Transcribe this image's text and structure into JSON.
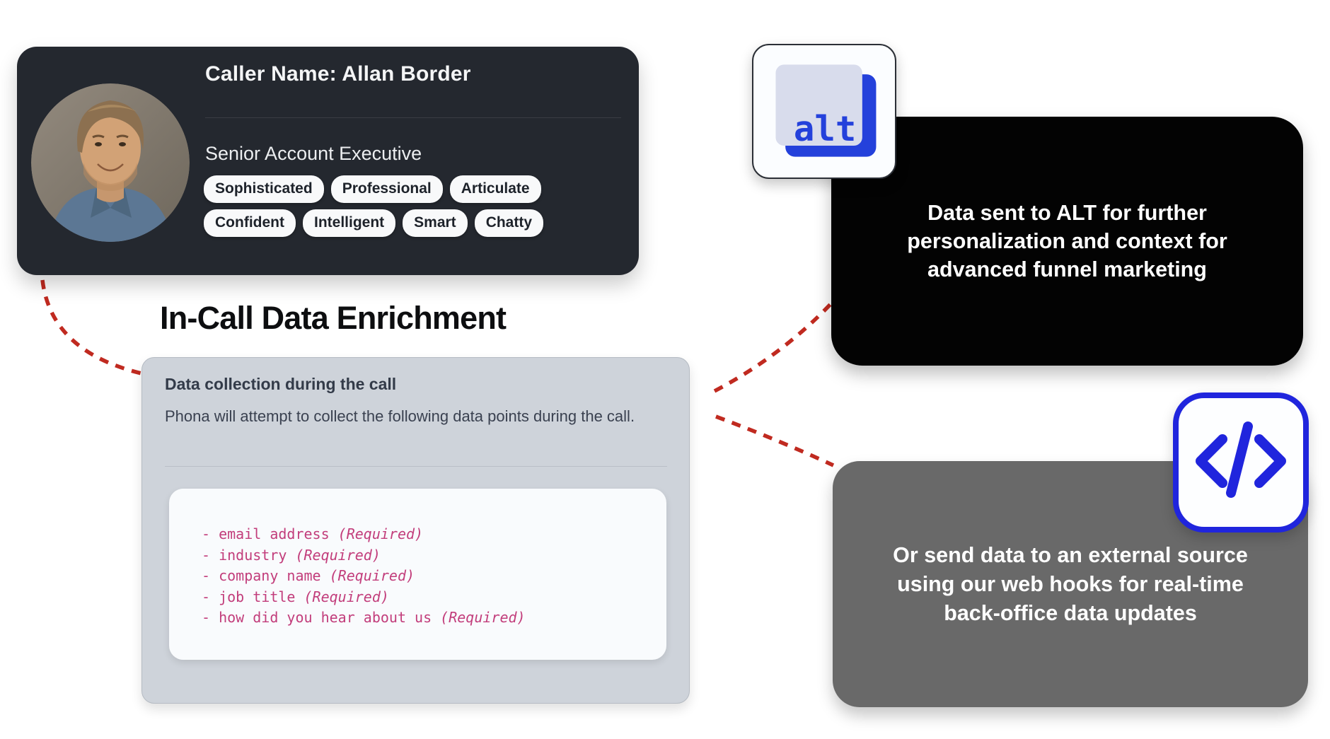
{
  "caller_card": {
    "name_label": "Caller Name: Allan Border",
    "role": "Senior Account Executive",
    "traits": [
      "Sophisticated",
      "Professional",
      "Articulate",
      "Confident",
      "Intelligent",
      "Smart",
      "Chatty"
    ],
    "avatar_alt": "smiling-man-portrait"
  },
  "heading": {
    "title": "In-Call Data Enrichment"
  },
  "collection_card": {
    "title": "Data collection during the call",
    "description": "Phona will attempt to collect the following data points during the call.",
    "code_lines": [
      {
        "field": "email address",
        "requirement": "Required"
      },
      {
        "field": "industry",
        "requirement": "Required"
      },
      {
        "field": "company name",
        "requirement": "Required"
      },
      {
        "field": "job title",
        "requirement": "Required"
      },
      {
        "field": "how did you hear about us",
        "requirement": "Required"
      }
    ]
  },
  "alt_integration": {
    "icon_text": "alt",
    "card_text": "Data sent to ALT for further personalization and context for advanced funnel marketing"
  },
  "webhook_integration": {
    "icon": "code-icon",
    "card_text": "Or send data to an external source using our web hooks for real-time back-office data updates"
  },
  "colors": {
    "page_bg": "#ffffff",
    "caller_card_bg": "#24282f",
    "badge_bg": "#f8f9fa",
    "badge_text": "#1d222a",
    "collection_card_bg": "#ced3da",
    "code_card_bg": "#f9fbfd",
    "code_text": "#c23d7b",
    "alt_black_card_bg": "#030303",
    "webhook_card_bg": "#696969",
    "accent_blue": "#2441db",
    "connector_red": "#c02a20"
  }
}
